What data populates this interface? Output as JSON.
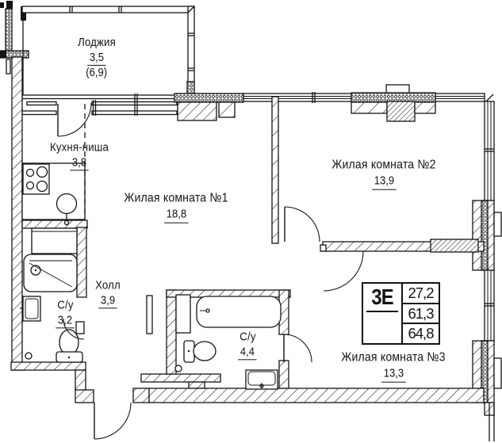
{
  "background": "#ffffff",
  "line_color": "#141414",
  "rooms": [
    {
      "name": "Лоджия",
      "area": "3,5",
      "area_alt": "(6,9)"
    },
    {
      "name": "Кухня-ниша",
      "area": "3,8"
    },
    {
      "name": "Жилая комната №1",
      "area": "18,8"
    },
    {
      "name": "Жилая комната №2",
      "area": "13,9"
    },
    {
      "name": "Жилая комната №3",
      "area": "13,3"
    },
    {
      "name": "С/у",
      "area": "3,2"
    },
    {
      "name": "Холл",
      "area": "3,9"
    },
    {
      "name": "С/у",
      "area": "4,4"
    }
  ],
  "info_table": {
    "type": "3Е",
    "values": [
      "27,2",
      "61,3",
      "64,8"
    ]
  }
}
